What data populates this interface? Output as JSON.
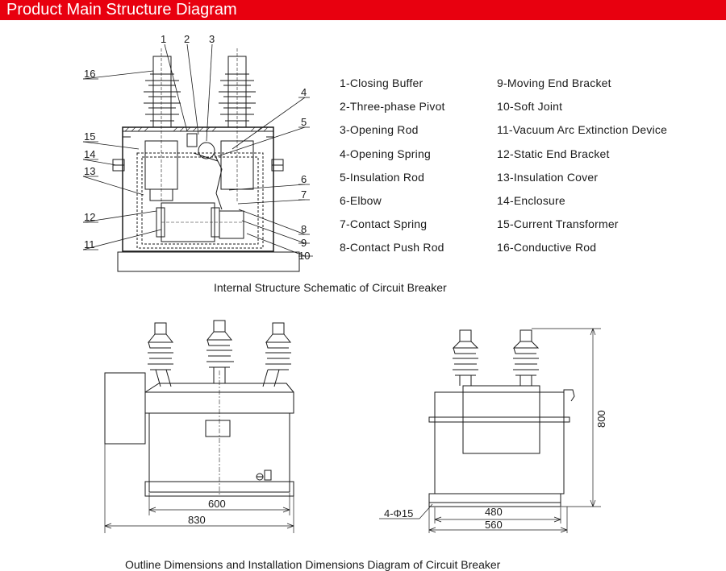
{
  "header": {
    "title": "Product Main Structure Diagram",
    "bar_color": "#e8000f"
  },
  "legend": {
    "left": [
      "1-Closing Buffer",
      "2-Three-phase Pivot",
      "3-Opening Rod",
      "4-Opening Spring",
      "5-Insulation Rod",
      "6-Elbow",
      "7-Contact Spring",
      "8-Contact Push Rod"
    ],
    "right": [
      "9-Moving End Bracket",
      "10-Soft Joint",
      "11-Vacuum Arc Extinction Device",
      "12-Static End Bracket",
      "13-Insulation Cover",
      "14-Enclosure",
      "15-Current Transformer",
      "16-Conductive Rod"
    ]
  },
  "callouts": [
    "1",
    "2",
    "3",
    "4",
    "5",
    "6",
    "7",
    "8",
    "9",
    "10",
    "11",
    "12",
    "13",
    "14",
    "15",
    "16"
  ],
  "captions": {
    "internal": "Internal Structure Schematic of Circuit Breaker",
    "outline": "Outline Dimensions and Installation Dimensions Diagram of Circuit Breaker"
  },
  "dimensions": {
    "front_inner_width": "600",
    "front_outer_width": "830",
    "side_inner_width": "480",
    "side_outer_width": "560",
    "side_height": "800",
    "mounting_holes": "4-Φ15"
  }
}
